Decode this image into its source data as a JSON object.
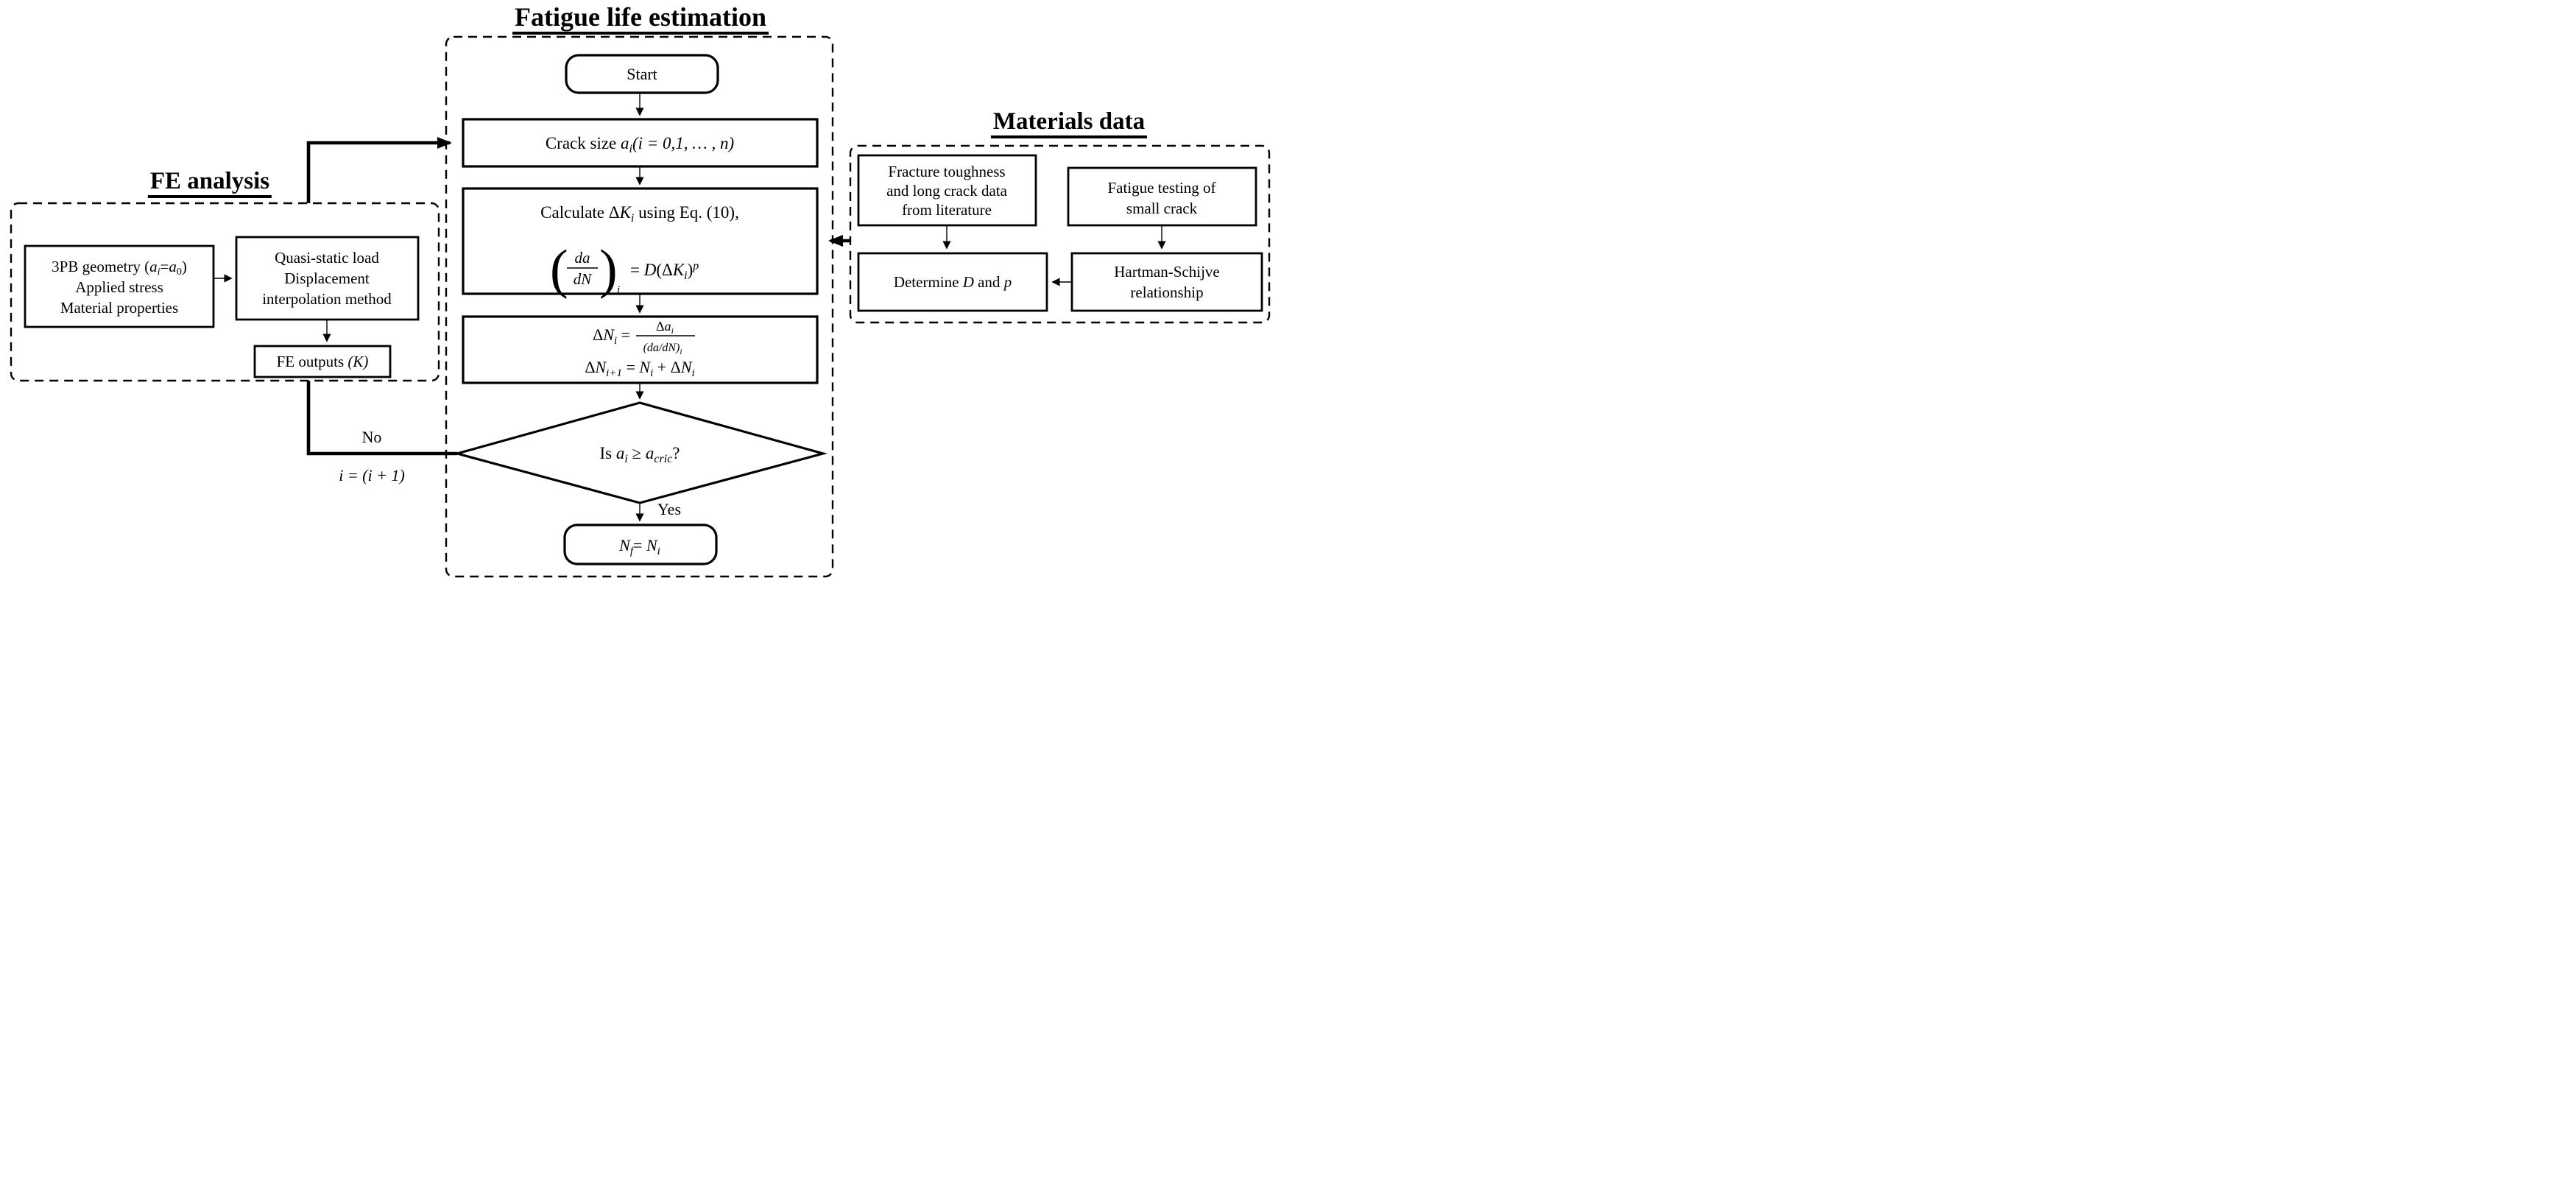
{
  "titles": {
    "main": "Fatigue life estimation",
    "fe": "FE analysis",
    "materials": "Materials data"
  },
  "labels": {
    "yes": "Yes",
    "no": "No",
    "increment": "i = (i + 1)"
  },
  "start": {
    "label": "Start"
  },
  "crack": {
    "prefix": "Crack size ",
    "v": "a",
    "s": "i",
    "rest": "(i = 0,1, … , n)"
  },
  "calc": {
    "t1": "Calculate Δ",
    "v1": "K",
    "s1": "i",
    "t2": " using Eq. (10),",
    "lparen": "(",
    "rparen": ")",
    "num": "da",
    "den": "dN",
    "fsub": "i",
    "eq": "= ",
    "D": "D",
    "t3": "(Δ",
    "K": "K",
    "ks": "i",
    "t4": ")",
    "p": "p"
  },
  "dn": {
    "a1": "Δ",
    "a2": "N",
    "a3": "i",
    "a4": " =",
    "num1": "Δ",
    "num2": "a",
    "num3": "i",
    "den": "(da/dN)",
    "densub": "i",
    "b1": "Δ",
    "b2": "N",
    "b3": "i+1",
    "b4": " = ",
    "b5": "N",
    "b6": "i",
    "b7": " + Δ",
    "b8": "N",
    "b9": "i"
  },
  "decision": {
    "t1": "Is ",
    "v1": "a",
    "s1": "i",
    "t2": " ≥ ",
    "v2": "a",
    "s2": "cric",
    "t3": "?"
  },
  "end": {
    "n1": "N",
    "s1": "f",
    "eq": "= ",
    "n2": "N",
    "s2": "i"
  },
  "fe": {
    "box1": {
      "l1a": "3PB geometry (",
      "v1": "a",
      "s1": "i",
      "eqs": "=",
      "v2": "a",
      "s2": "0",
      "l1b": ")",
      "l2": "Applied stress",
      "l3": "Material properties"
    },
    "box2": {
      "l1": "Quasi-static load",
      "l2": "Displacement",
      "l3": "interpolation method"
    },
    "box3": {
      "t1": "FE outputs ",
      "t2": "(K)"
    }
  },
  "materials": {
    "box1": {
      "l1": "Fracture toughness",
      "l2": "and long crack data",
      "l3": "from literature"
    },
    "box2": {
      "l1": "Fatigue testing of",
      "l2": "small crack"
    },
    "box3": {
      "t1": "Determine ",
      "d": "D",
      "t2": " and ",
      "p": "p"
    },
    "box4": {
      "l1": "Hartman-Schijve",
      "l2": "relationship"
    }
  },
  "colors": {
    "ink": "#000000",
    "bg": "#ffffff"
  }
}
